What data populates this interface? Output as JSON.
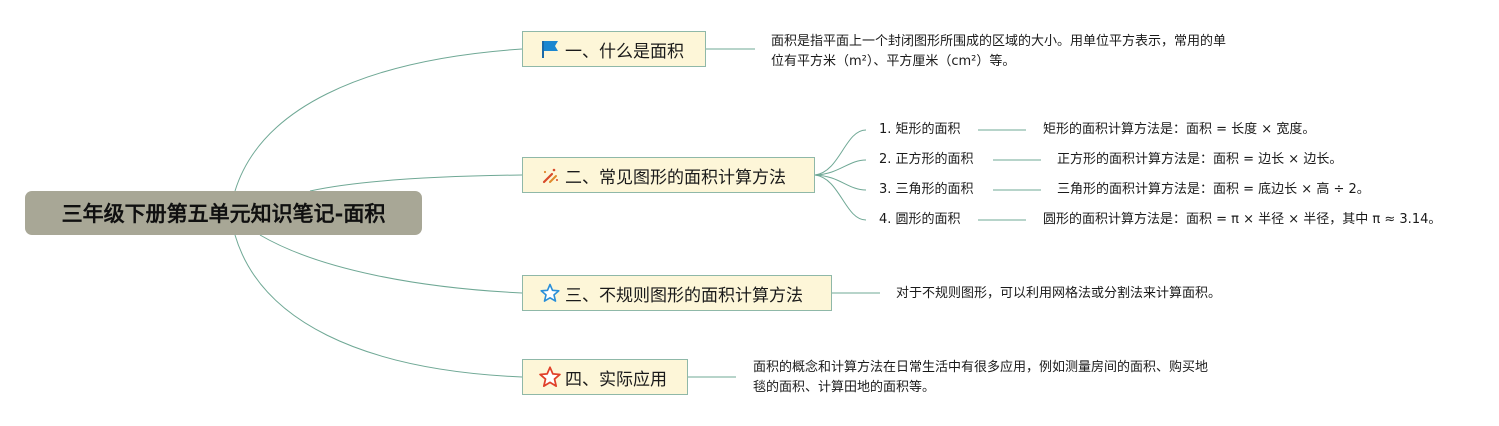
{
  "root": {
    "title": "三年级下册第五单元知识笔记-面积"
  },
  "branches": [
    {
      "label": "一、什么是面积",
      "icon": "flag-icon",
      "note": [
        "面积是指平面上一个封闭图形所围成的区域的大小。用单位平方表示，常用的单",
        "位有平方米（m²）、平方厘米（cm²）等。"
      ]
    },
    {
      "label": "二、常见图形的面积计算方法",
      "icon": "tools-icon",
      "children": [
        {
          "label": "1. 矩形的面积",
          "note": "矩形的面积计算方法是：面积 = 长度 × 宽度。"
        },
        {
          "label": "2. 正方形的面积",
          "note": "正方形的面积计算方法是：面积 = 边长 × 边长。"
        },
        {
          "label": "3. 三角形的面积",
          "note": "三角形的面积计算方法是：面积 = 底边长 × 高 ÷ 2。"
        },
        {
          "label": "4. 圆形的面积",
          "note": "圆形的面积计算方法是：面积 = π × 半径 × 半径，其中 π ≈ 3.14。"
        }
      ]
    },
    {
      "label": "三、不规则图形的面积计算方法",
      "icon": "star-outline-blue-icon",
      "note": [
        "对于不规则图形，可以利用网格法或分割法来计算面积。"
      ]
    },
    {
      "label": "四、实际应用",
      "icon": "star-outline-red-icon",
      "note": [
        "面积的概念和计算方法在日常生活中有很多应用，例如测量房间的面积、购买地",
        "毯的面积、计算田地的面积等。"
      ]
    }
  ],
  "colors": {
    "root_bg": "#a8a796",
    "branch_bg": "#fdf6d8",
    "branch_border": "#8fb8a8",
    "connector": "#6fa895",
    "flag": "#1a86d0",
    "tools": "#d84a2a",
    "star_blue": "#2a8fd8",
    "star_red": "#e0402a"
  }
}
